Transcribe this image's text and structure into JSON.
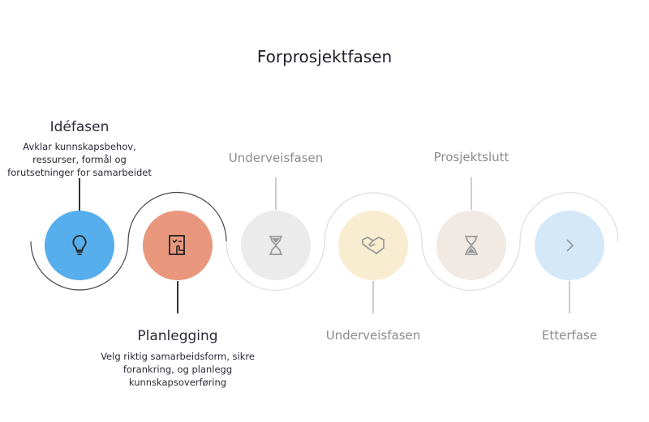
{
  "title": "Forprosjektfasen",
  "steps": [
    {
      "label": "Idéfasen",
      "description": "Avklar kunnskapsbehov, ressurser, formål og forutsetninger for samarbeidet",
      "icon": "lightbulb-icon",
      "color": "#56aeec"
    },
    {
      "label": "Planlegging",
      "description": "Velg riktig samarbeidsform, sikre forankring, og planlegg kunnskapsoverføring",
      "icon": "checklist-touch-icon",
      "color": "#e8977d"
    },
    {
      "label": "Underveisfasen",
      "icon": "hourglass-icon",
      "color": "#ebebec"
    },
    {
      "label": "Underveisfasen",
      "icon": "handshake-icon",
      "color": "#f8edd0"
    },
    {
      "label": "Prosjektslutt",
      "icon": "hourglass-icon",
      "color": "#f0e9e4"
    },
    {
      "label": "Etterfase",
      "icon": "chevron-right-icon",
      "color": "#d4e8f8"
    }
  ]
}
